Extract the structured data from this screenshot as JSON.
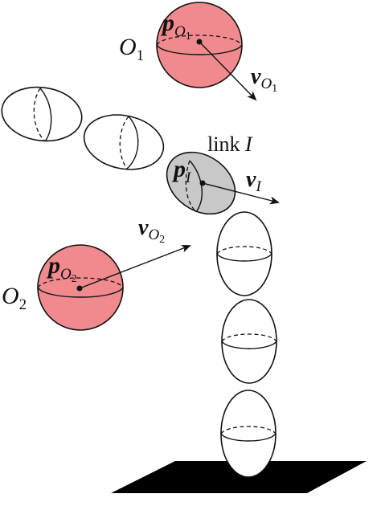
{
  "labels": {
    "obstacle1": {
      "name": "O",
      "sub": "1",
      "pos": "p",
      "pos_sub": "O",
      "pos_subsub": "1",
      "vel": "v",
      "vel_sub": "O",
      "vel_subsub": "1"
    },
    "obstacle2": {
      "name": "O",
      "sub": "2",
      "pos": "p",
      "pos_sub": "O",
      "pos_subsub": "2",
      "vel": "v",
      "vel_sub": "O",
      "vel_subsub": "2"
    },
    "link": {
      "word": "link ",
      "index": "I",
      "pos": "p",
      "pos_sub": "I",
      "vel": "v",
      "vel_sub": "I"
    }
  },
  "colors": {
    "obstacle_fill": "#f08a8e",
    "link_highlight_fill": "#c8c8c8",
    "shadow": "#000000",
    "stroke": "#111111"
  }
}
